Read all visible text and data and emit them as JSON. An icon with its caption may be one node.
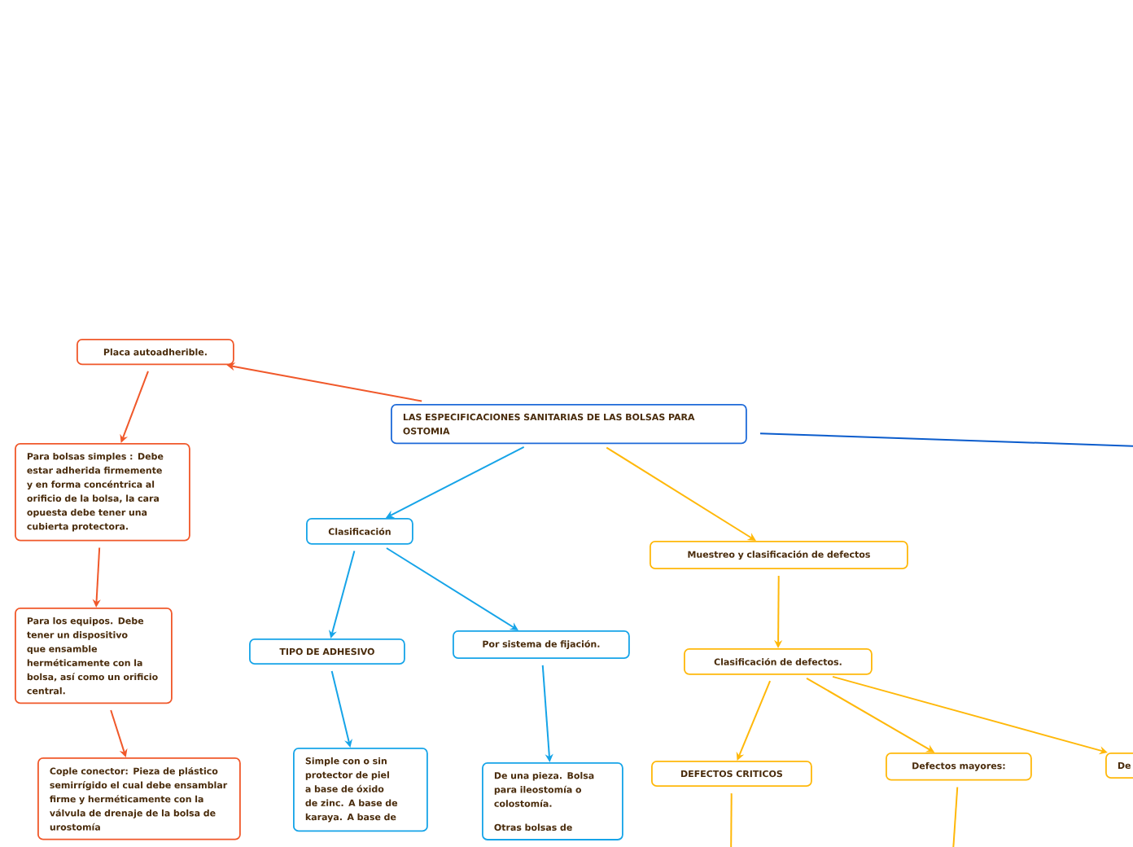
{
  "diagram": {
    "nodes": [
      {
        "text": [
          "LAS ESPECIFICACIONES SANITARIAS DE LAS BOLSAS PARA OSTOMIA"
        ]
      },
      {
        "text": [
          "Placa autoadherible."
        ]
      },
      {
        "text": [
          "Para bolsas simples : Debe estar adherida firmemente y en forma concéntrica al orificio de la bolsa, la cara opuesta debe tener una cubierta protectora."
        ]
      },
      {
        "text": [
          "Para los equipos. Debe tener un dispositivo que ensamble herméticamente con la bolsa, así como un orificio central."
        ]
      },
      {
        "text": [
          "Cople conector: Pieza de plástico semirrígido el cual debe ensamblar firme y herméticamente con la válvula de drenaje de la bolsa de urostomía"
        ]
      },
      {
        "text": [
          "Clasificación"
        ]
      },
      {
        "text": [
          "TIPO DE ADHESIVO"
        ]
      },
      {
        "text": [
          "Por sistema de fijación."
        ]
      },
      {
        "text": [
          "Simple con o sin protector de piel a base de óxido de zinc. A base de karaya. A base de"
        ]
      },
      {
        "text": [
          "De una pieza. Bolsa para ileostomía o colostomía.",
          "Otras bolsas de"
        ]
      },
      {
        "text": [
          "Muestreo y clasificación de defectos"
        ]
      },
      {
        "text": [
          "Clasificación de defectos."
        ]
      },
      {
        "text": [
          "DEFECTOS CRITICOS"
        ]
      },
      {
        "text": [
          "Defectos mayores:"
        ]
      },
      {
        "text": [
          "De"
        ]
      }
    ],
    "edges": [
      {
        "from": 0,
        "to": 1,
        "arrow": "to",
        "color": "#f0582a"
      },
      {
        "from": 1,
        "to": 2,
        "arrow": "to",
        "color": "#f0582a"
      },
      {
        "from": 2,
        "to": 3,
        "arrow": "to",
        "color": "#f0582a"
      },
      {
        "from": 3,
        "to": 4,
        "arrow": "to",
        "color": "#f0582a"
      },
      {
        "from": 0,
        "to": 5,
        "arrow": "to",
        "color": "#16a4e8"
      },
      {
        "from": 5,
        "to": 6,
        "arrow": "to",
        "color": "#16a4e8"
      },
      {
        "from": 5,
        "to": 7,
        "arrow": "to",
        "color": "#16a4e8"
      },
      {
        "from": 6,
        "to": 8,
        "arrow": "to",
        "color": "#16a4e8"
      },
      {
        "from": 7,
        "to": 9,
        "arrow": "to",
        "color": "#16a4e8"
      },
      {
        "from": 0,
        "to": 10,
        "arrow": "to"
      },
      {
        "from": 10,
        "to": 11,
        "arrow": "to"
      },
      {
        "from": 11,
        "to": 12,
        "arrow": "to"
      },
      {
        "from": 11,
        "to": 13,
        "arrow": "to"
      },
      {
        "from": 11,
        "to": 14,
        "arrow": "to"
      },
      {
        "from": 0,
        "to": null,
        "arrow": "none",
        "color": "#0b5ccc"
      },
      {
        "from": 12,
        "to": null,
        "arrow": "none"
      },
      {
        "from": 13,
        "to": null,
        "arrow": "none"
      }
    ]
  }
}
